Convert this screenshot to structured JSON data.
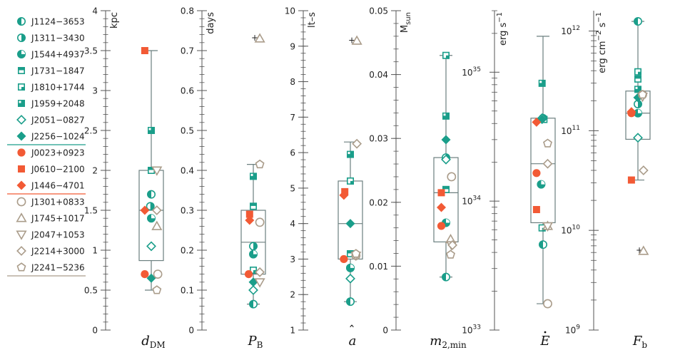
{
  "colors": {
    "msp": "#1a9e8a",
    "redback": "#f25a35",
    "candidate": "#aa9c8a",
    "box": "#6b7f7f",
    "axis": "#555555"
  },
  "legend": [
    {
      "name": "J1124−3653",
      "group": "msp",
      "marker": "circle-half-left"
    },
    {
      "name": "J1311−3430",
      "group": "msp",
      "marker": "circle-half-right"
    },
    {
      "name": "J1544+4937",
      "group": "msp",
      "marker": "circle-three-quarter"
    },
    {
      "name": "J1731−1847",
      "group": "msp",
      "marker": "square-hbar"
    },
    {
      "name": "J1810+1744",
      "group": "msp",
      "marker": "square-corner"
    },
    {
      "name": "J1959+2048",
      "group": "msp",
      "marker": "square-filled-notch"
    },
    {
      "name": "J2051−0827",
      "group": "msp",
      "marker": "diamond-open"
    },
    {
      "name": "J2256−1024",
      "group": "msp",
      "marker": "diamond-filled"
    },
    {
      "name": "J0023+0923",
      "group": "redback",
      "marker": "circle-filled"
    },
    {
      "name": "J0610−2100",
      "group": "redback",
      "marker": "square-filled"
    },
    {
      "name": "J1446−4701",
      "group": "redback",
      "marker": "diamond-filled"
    },
    {
      "name": "J1301+0833",
      "group": "candidate",
      "marker": "circle-open"
    },
    {
      "name": "J1745+1017",
      "group": "candidate",
      "marker": "triangle-up-open"
    },
    {
      "name": "J2047+1053",
      "group": "candidate",
      "marker": "triangle-down-open"
    },
    {
      "name": "J2214+3000",
      "group": "candidate",
      "marker": "diamond-open"
    },
    {
      "name": "J2241−5236",
      "group": "candidate",
      "marker": "pentagon-open"
    }
  ],
  "chart_data": [
    {
      "type": "box",
      "param_label": "d",
      "param_sub": "DM",
      "unit": "kpc",
      "scale": "linear",
      "ylim": [
        0,
        4
      ],
      "ticks": [
        0,
        0.5,
        1,
        1.5,
        2,
        2.5,
        3,
        3.5,
        4
      ],
      "tick_labels": [
        "0",
        "0.5",
        "1",
        "1.5",
        "2",
        "2.5",
        "3",
        "3.5",
        "4"
      ],
      "minor_step": 0.1,
      "box": {
        "q1": 0.87,
        "median": 1.5,
        "q3": 2.0,
        "whisker_low": 0.5,
        "whisker_high": 3.5
      },
      "points": [
        {
          "src": 0,
          "x": 0.0,
          "y": 1.7
        },
        {
          "src": 1,
          "x": -0.1,
          "y": 1.55
        },
        {
          "src": 2,
          "x": 0.0,
          "y": 1.4
        },
        {
          "src": 3,
          "x": 0.0,
          "y": 2.0
        },
        {
          "src": 5,
          "x": 0.0,
          "y": 2.5
        },
        {
          "src": 6,
          "x": 0.0,
          "y": 1.05
        },
        {
          "src": 7,
          "x": 0.0,
          "y": 0.65
        },
        {
          "src": 8,
          "x": -0.7,
          "y": 0.7
        },
        {
          "src": 9,
          "x": -0.7,
          "y": 3.5
        },
        {
          "src": 10,
          "x": -0.7,
          "y": 1.5
        },
        {
          "src": 11,
          "x": 0.7,
          "y": 0.7
        },
        {
          "src": 12,
          "x": 0.6,
          "y": 1.3
        },
        {
          "src": 13,
          "x": 0.6,
          "y": 2.0
        },
        {
          "src": 14,
          "x": 0.6,
          "y": 1.5
        },
        {
          "src": 15,
          "x": 0.6,
          "y": 0.5
        }
      ]
    },
    {
      "type": "box",
      "param_label": "P",
      "param_sub": "B",
      "unit": "days",
      "scale": "linear",
      "ylim": [
        0,
        0.8
      ],
      "ticks": [
        0,
        0.1,
        0.2,
        0.3,
        0.4,
        0.5,
        0.6,
        0.7,
        0.8
      ],
      "tick_labels": [
        "0",
        "0.1",
        "0.2",
        "0.3",
        "0.4",
        "0.5",
        "0.6",
        "0.7",
        "0.8"
      ],
      "minor_step": 0.02,
      "box": {
        "q1": 0.14,
        "median": 0.22,
        "q3": 0.3,
        "whisker_low": 0.065,
        "whisker_high": 0.415
      },
      "outliers": [
        0.73
      ],
      "points": [
        {
          "src": 0,
          "x": 0.0,
          "y": 0.065
        },
        {
          "src": 1,
          "x": 0.0,
          "y": 0.21
        },
        {
          "src": 2,
          "x": 0.0,
          "y": 0.19
        },
        {
          "src": 3,
          "x": 0.0,
          "y": 0.31
        },
        {
          "src": 4,
          "x": 0.0,
          "y": 0.15
        },
        {
          "src": 5,
          "x": 0.0,
          "y": 0.385
        },
        {
          "src": 6,
          "x": 0.0,
          "y": 0.1
        },
        {
          "src": 7,
          "x": 0.0,
          "y": 0.12
        },
        {
          "src": 8,
          "x": -0.5,
          "y": 0.14
        },
        {
          "src": 9,
          "x": -0.4,
          "y": 0.29
        },
        {
          "src": 10,
          "x": -0.4,
          "y": 0.275
        },
        {
          "src": 11,
          "x": 0.7,
          "y": 0.27
        },
        {
          "src": 12,
          "x": 0.7,
          "y": 0.73
        },
        {
          "src": 13,
          "x": 0.7,
          "y": 0.12
        },
        {
          "src": 14,
          "x": 0.7,
          "y": 0.145
        },
        {
          "src": 15,
          "x": 0.7,
          "y": 0.415
        }
      ]
    },
    {
      "type": "box",
      "param_label": "a",
      "param_sub": "",
      "unit": "lt–s",
      "scale": "linear",
      "ylim": [
        1,
        10
      ],
      "ticks": [
        1,
        2,
        3,
        4,
        5,
        6,
        7,
        8,
        9,
        10
      ],
      "tick_labels": [
        "1",
        "2",
        "3",
        "4",
        "5",
        "6",
        "7",
        "8",
        "9",
        "10"
      ],
      "minor_step": 0.2,
      "box": {
        "q1": 3.0,
        "median": 4.0,
        "q3": 5.2,
        "whisker_low": 1.8,
        "whisker_high": 6.3
      },
      "outliers": [
        9.15
      ],
      "points": [
        {
          "src": 0,
          "x": 0.0,
          "y": 1.8
        },
        {
          "src": 1,
          "x": 0.0,
          "y": 2.75
        },
        {
          "src": 2,
          "x": 0.0,
          "y": 2.75
        },
        {
          "src": 3,
          "x": 0.0,
          "y": 3.15
        },
        {
          "src": 4,
          "x": 0.0,
          "y": 5.2
        },
        {
          "src": 5,
          "x": 0.0,
          "y": 5.95
        },
        {
          "src": 6,
          "x": 0.0,
          "y": 2.45
        },
        {
          "src": 7,
          "x": 0.0,
          "y": 4.0
        },
        {
          "src": 8,
          "x": -0.7,
          "y": 3.0
        },
        {
          "src": 9,
          "x": -0.6,
          "y": 4.9
        },
        {
          "src": 10,
          "x": -0.7,
          "y": 4.8
        },
        {
          "src": 11,
          "x": 0.6,
          "y": 3.1
        },
        {
          "src": 12,
          "x": 0.7,
          "y": 9.15
        },
        {
          "src": 13,
          "x": 0.6,
          "y": 3.1
        },
        {
          "src": 14,
          "x": 0.7,
          "y": 6.25
        },
        {
          "src": 15,
          "x": 0.6,
          "y": 3.15
        }
      ]
    },
    {
      "type": "box",
      "param_label": "m",
      "param_sub": "2,min",
      "unit": "M",
      "unit_sub": "sun",
      "scale": "linear",
      "ylim": [
        0,
        0.05
      ],
      "ticks": [
        0,
        0.01,
        0.02,
        0.03,
        0.04,
        0.05
      ],
      "tick_labels": [
        "0",
        "0.01",
        "0.02",
        "0.03",
        "0.04",
        "0.05"
      ],
      "minor_step": 0.002,
      "box": {
        "q1": 0.0138,
        "median": 0.0215,
        "q3": 0.027,
        "whisker_low": 0.0083,
        "whisker_high": 0.043
      },
      "points": [
        {
          "src": 0,
          "x": 0.0,
          "y": 0.0083
        },
        {
          "src": 1,
          "x": 0.0,
          "y": 0.027
        },
        {
          "src": 2,
          "x": 0.0,
          "y": 0.0168
        },
        {
          "src": 3,
          "x": 0.0,
          "y": 0.022
        },
        {
          "src": 4,
          "x": 0.0,
          "y": 0.043
        },
        {
          "src": 5,
          "x": 0.0,
          "y": 0.0335
        },
        {
          "src": 6,
          "x": 0.0,
          "y": 0.0267
        },
        {
          "src": 7,
          "x": 0.0,
          "y": 0.0298
        },
        {
          "src": 8,
          "x": -0.5,
          "y": 0.0163
        },
        {
          "src": 9,
          "x": -0.5,
          "y": 0.0215
        },
        {
          "src": 10,
          "x": -0.5,
          "y": 0.0192
        },
        {
          "src": 11,
          "x": 0.6,
          "y": 0.024
        },
        {
          "src": 12,
          "x": 0.5,
          "y": 0.0142
        },
        {
          "src": 13,
          "x": 0.6,
          "y": 0.0133
        },
        {
          "src": 14,
          "x": 0.7,
          "y": 0.0133
        },
        {
          "src": 15,
          "x": 0.5,
          "y": 0.0118
        }
      ]
    },
    {
      "type": "box",
      "param_label": "E",
      "param_sub": "",
      "unit": "erg s",
      "unit_sup": "−1",
      "scale": "log",
      "ylim": [
        1e+33,
        3e+35
      ],
      "ticks": [
        1e+33,
        1e+34,
        1e+35
      ],
      "tick_labels": [
        "10",
        "10",
        "10"
      ],
      "tick_exps": [
        "33",
        "34",
        "35"
      ],
      "box": {
        "q1": 6.8e+33,
        "median": 1.95e+34,
        "q3": 4.4e+34,
        "whisker_low": 1.6e+33,
        "whisker_high": 1.9e+35
      },
      "points": [
        {
          "src": 0,
          "x": 0.0,
          "y": 4.6e+33
        },
        {
          "src": 1,
          "x": 0.0,
          "y": 4.4e+34
        },
        {
          "src": 2,
          "x": -0.2,
          "y": 1.35e+34
        },
        {
          "src": 3,
          "x": 0.1,
          "y": 4.3e+34
        },
        {
          "src": 4,
          "x": -0.1,
          "y": 6.2e+33
        },
        {
          "src": 5,
          "x": -0.1,
          "y": 8.2e+34
        },
        {
          "src": 6,
          "x": -0.1,
          "y": 4.4e+34
        },
        {
          "src": 7,
          "x": -0.1,
          "y": 4.3e+34
        },
        {
          "src": 8,
          "x": -0.7,
          "y": 1.65e+34
        },
        {
          "src": 9,
          "x": -0.7,
          "y": 8.6e+33
        },
        {
          "src": 10,
          "x": -0.7,
          "y": 4.1e+34
        },
        {
          "src": 11,
          "x": 0.5,
          "y": 1.6e+33
        },
        {
          "src": 12,
          "x": 0.5,
          "y": 6.4e+33
        },
        {
          "src": 13,
          "x": 0.5,
          "y": 6.4e+33
        },
        {
          "src": 14,
          "x": 0.5,
          "y": 1.95e+34
        },
        {
          "src": 15,
          "x": 0.5,
          "y": 2.8e+34
        }
      ]
    },
    {
      "type": "box",
      "param_label": "F",
      "param_sub": "b",
      "unit": "erg cm",
      "unit_sup": "−2",
      "unit_tail": " s",
      "unit_tail_sup": "−1",
      "scale": "log",
      "ylim": [
        1000000000.0,
        1600000000000.0
      ],
      "ticks": [
        1000000000.0,
        10000000000.0,
        100000000000.0,
        1000000000000.0
      ],
      "tick_labels": [
        "10",
        "10",
        "10",
        "10"
      ],
      "tick_exps": [
        "9",
        "10",
        "11",
        "12"
      ],
      "box": {
        "q1": 82000000000.0,
        "median": 150000000000.0,
        "q3": 250000000000.0,
        "whisker_low": 32000000000.0,
        "whisker_high": 1250000000000.0
      },
      "outliers": [
        6200000000.0
      ],
      "points": [
        {
          "src": 0,
          "x": 0.0,
          "y": 1250000000000.0
        },
        {
          "src": 1,
          "x": 0.0,
          "y": 185000000000.0
        },
        {
          "src": 2,
          "x": 0.0,
          "y": 150000000000.0
        },
        {
          "src": 3,
          "x": 0.0,
          "y": 330000000000.0
        },
        {
          "src": 4,
          "x": 0.0,
          "y": 390000000000.0
        },
        {
          "src": 5,
          "x": 0.0,
          "y": 260000000000.0
        },
        {
          "src": 6,
          "x": 0.0,
          "y": 85000000000.0
        },
        {
          "src": 7,
          "x": 0.0,
          "y": 215000000000.0
        },
        {
          "src": 8,
          "x": -0.7,
          "y": 150000000000.0
        },
        {
          "src": 9,
          "x": -0.7,
          "y": 32000000000.0
        },
        {
          "src": 10,
          "x": -0.7,
          "y": 155000000000.0
        },
        {
          "src": 11,
          "x": 0.5,
          "y": 230000000000.0
        },
        {
          "src": 12,
          "x": 0.6,
          "y": 6200000000.0
        },
        {
          "src": 13,
          "x": 0.5,
          "y": 220000000000.0
        },
        {
          "src": 14,
          "x": 0.6,
          "y": 40000000000.0
        },
        {
          "src": 15,
          "x": 0.5,
          "y": 230000000000.0
        }
      ]
    }
  ]
}
